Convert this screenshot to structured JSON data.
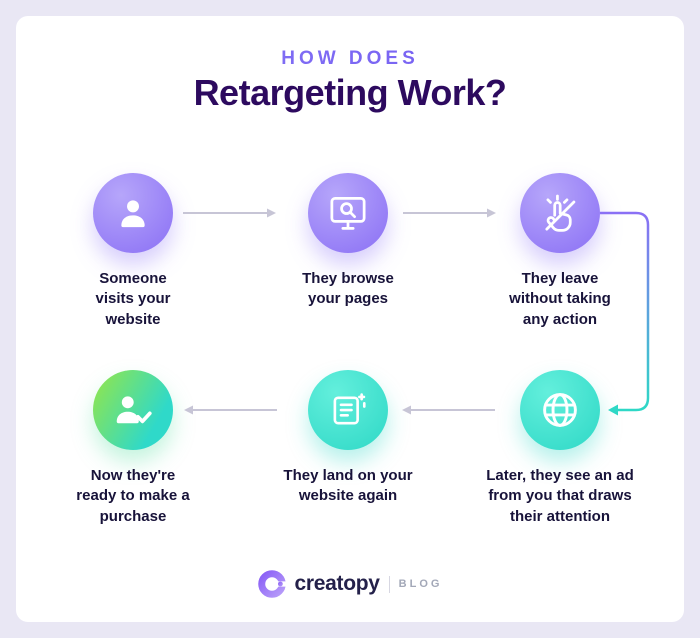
{
  "header": {
    "kicker": "HOW DOES",
    "title": "Retargeting Work?"
  },
  "steps": [
    {
      "id": 1,
      "label": "Someone visits your website",
      "icon": "user-icon",
      "circle_color": "purple"
    },
    {
      "id": 2,
      "label": "They browse your pages",
      "icon": "monitor-search-icon",
      "circle_color": "purple"
    },
    {
      "id": 3,
      "label": "They leave without taking any action",
      "icon": "no-click-hand-icon",
      "circle_color": "purple"
    },
    {
      "id": 4,
      "label": "Later, they see an ad from you that draws their attention",
      "icon": "globe-icon",
      "circle_color": "teal"
    },
    {
      "id": 5,
      "label": "They land on your website again",
      "icon": "ad-document-icon",
      "circle_color": "teal"
    },
    {
      "id": 6,
      "label": "Now they're ready to make a purchase",
      "icon": "person-check-icon",
      "circle_color": "green"
    }
  ],
  "footer": {
    "brand": "creatopy",
    "tagline": "BLOG"
  },
  "colors": {
    "background": "#e9e7f4",
    "card": "#ffffff",
    "kicker_gradient": [
      "#8b7bf7",
      "#6d55f0"
    ],
    "title": "#2d0a5f",
    "label": "#18133a",
    "purple_circle": [
      "#b6a6fa",
      "#8a6ff5"
    ],
    "teal_circle": [
      "#63efdc",
      "#2ed8c6"
    ],
    "green_circle": [
      "#97e645",
      "#2fd9c9"
    ],
    "arrow": "#c7c5d6",
    "connector_gradient": [
      "#8a70f5",
      "#2ed8c6"
    ]
  }
}
